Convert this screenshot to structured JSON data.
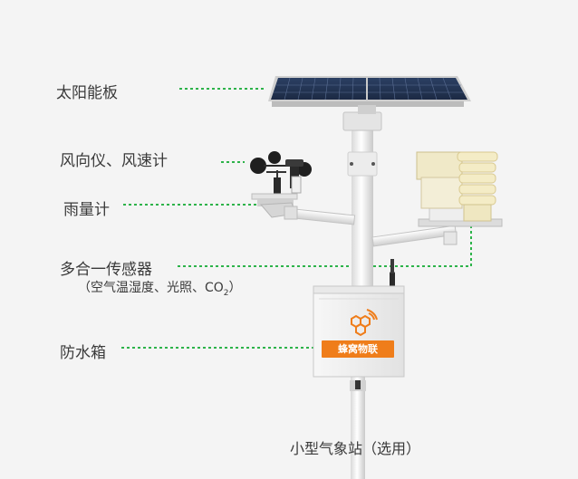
{
  "labels": {
    "solar_panel": "太阳能板",
    "wind_sensors": "风向仪、风速计",
    "rain_gauge": "雨量计",
    "multi_sensor": "多合一传感器",
    "multi_sensor_detail_prefix": "（空气温湿度、光照、CO",
    "multi_sensor_detail_sub": "2",
    "multi_sensor_detail_suffix": "）",
    "waterproof_box": "防水箱"
  },
  "caption": "小型气象站（选用）",
  "brand_text": "蜂窝物联",
  "colors": {
    "leader_line": "#2db34a",
    "brand_orange": "#ef7d1a",
    "background": "#f4f4f4"
  }
}
